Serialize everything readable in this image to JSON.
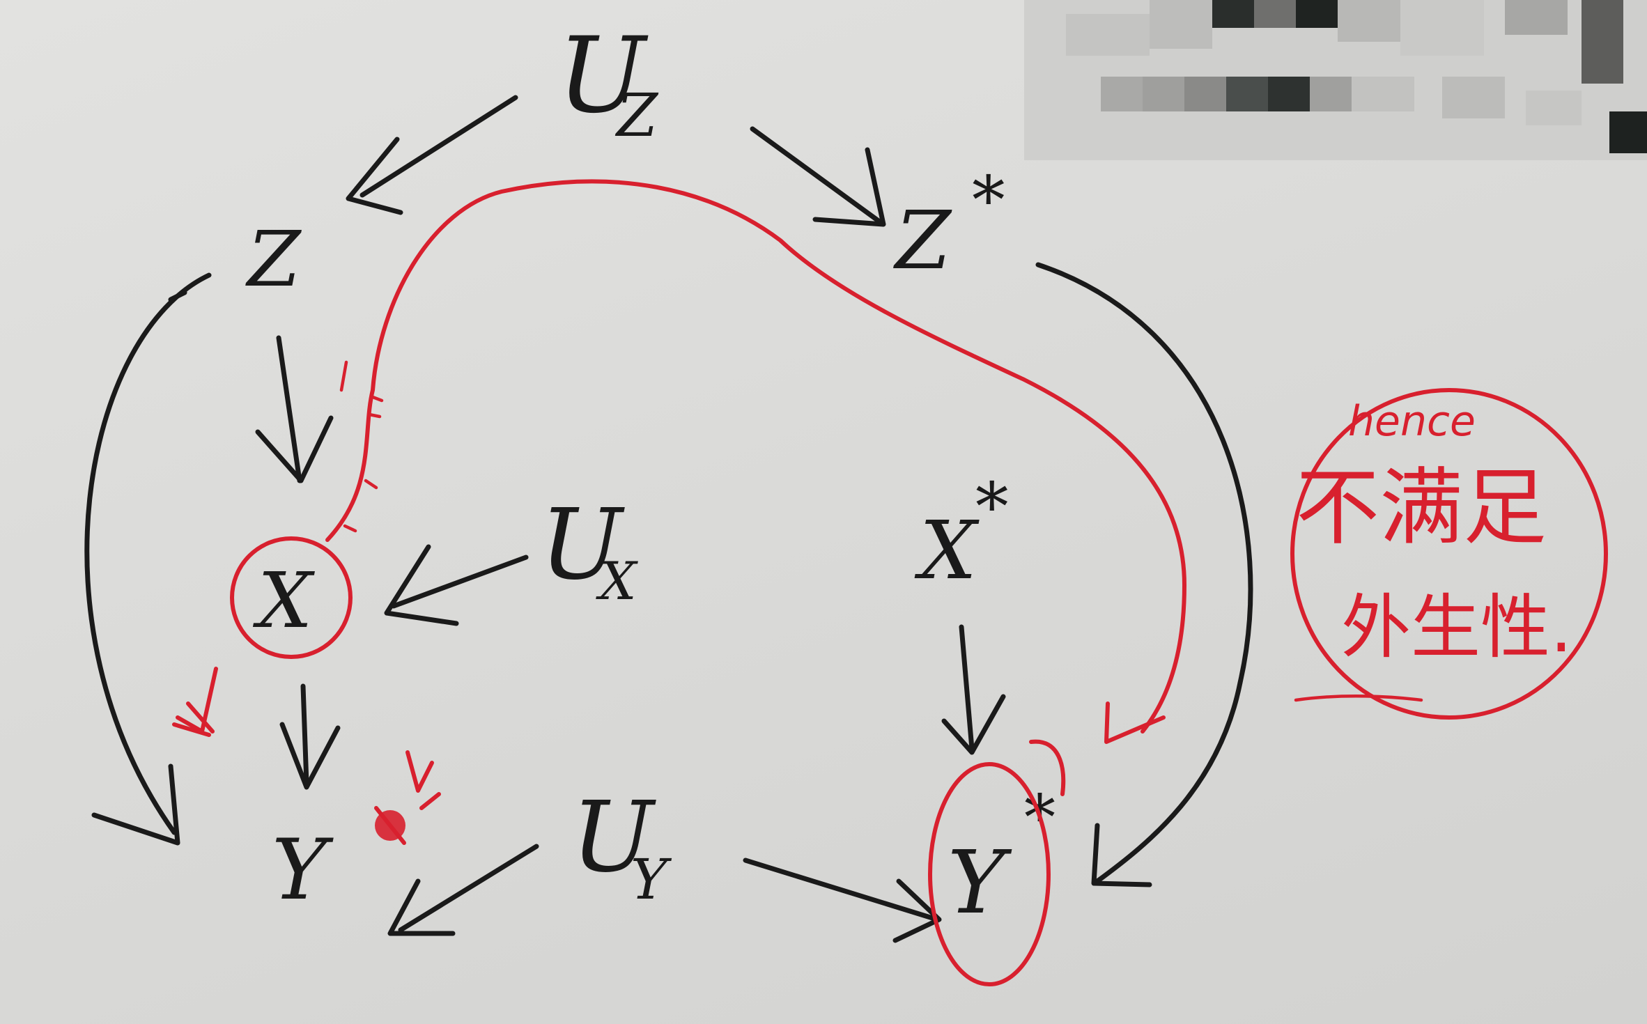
{
  "nodes": {
    "uz": {
      "main": "U",
      "sub": "Z"
    },
    "z": {
      "main": "Z"
    },
    "zstar": {
      "main": "Z",
      "sup": "*"
    },
    "x": {
      "main": "X"
    },
    "ux": {
      "main": "U",
      "sub": "X"
    },
    "xstar": {
      "main": "X",
      "sup": "*"
    },
    "y": {
      "main": "Y"
    },
    "uy": {
      "main": "U",
      "sub": "Y"
    },
    "ystar": {
      "main": "Y",
      "sup": "*"
    }
  },
  "note": {
    "line1": "hence",
    "line2": "不满足",
    "line3": "外生性."
  },
  "colors": {
    "ink": "#1a1a1a",
    "annotation": "#d8202e",
    "paper": "#dcdcda"
  }
}
